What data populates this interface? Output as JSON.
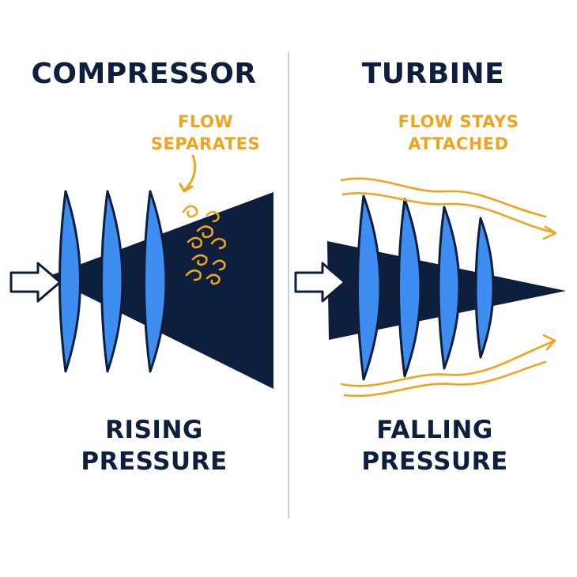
{
  "compressor": {
    "title": "COMPRESSOR",
    "note_line1": "FLOW",
    "note_line2": "SEPARATES",
    "caption_line1": "RISING",
    "caption_line2": "PRESSURE"
  },
  "turbine": {
    "title": "TURBINE",
    "note_line1": "FLOW STAYS",
    "note_line2": "ATTACHED",
    "caption_line1": "FALLING",
    "caption_line2": "PRESSURE"
  },
  "colors": {
    "navy": "#0d1f3c",
    "blade_blue": "#3d8ef0",
    "flow_orange": "#f0a31c",
    "divider": "#c9ced6"
  }
}
